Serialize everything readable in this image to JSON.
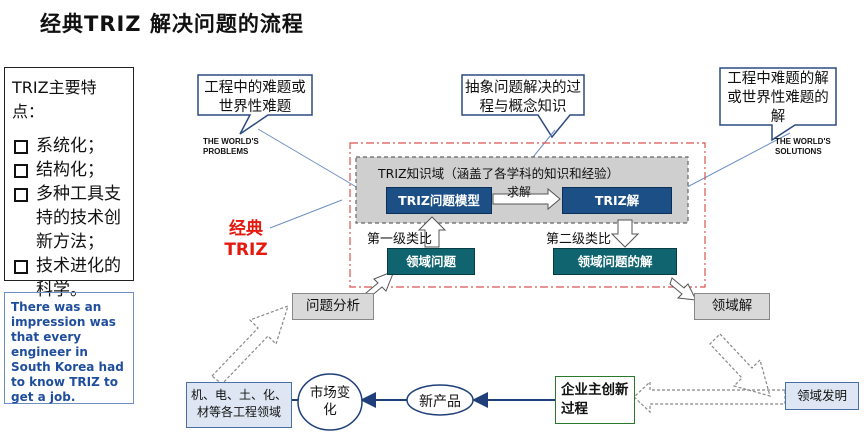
{
  "title": "经典TRIZ  解决问题的流程",
  "features": {
    "title": "TRIZ主要特点：",
    "items": [
      "系统化；",
      "结构化；",
      "多种工具支持的技术创新方法；",
      "技术进化的科学。"
    ]
  },
  "impression": "There was an impression was that every engineer in South Korea had to know TRIZ to get a job.",
  "callouts": {
    "left": "工程中的难题或世界性难题",
    "middle": "抽象问题解决的过程与概念知识",
    "right": "工程中难题的解或世界性难题的解"
  },
  "english_labels": {
    "problems": [
      "THE WORLD'S",
      "PROBLEMS"
    ],
    "solutions": [
      "THE WORLD'S",
      "SOLUTIONS"
    ]
  },
  "knowledge_domain": "TRIZ知识域（涵盖了各学科的知识和经验）",
  "boxes": {
    "model": "TRIZ问题模型",
    "solution": "TRIZ解",
    "domain_problem": "领域问题",
    "domain_solution_of_problem": "领域问题的解",
    "problem_analysis": "问题分析",
    "domain_solution": "领域解",
    "domain_invention": "领域发明",
    "fields": "机、电、土、化、材等各工程领域",
    "market": "市场变化",
    "new_product": "新产品",
    "enterprise": "企业主创新过程"
  },
  "labels": {
    "solve": "求解",
    "analogy1": "第一级类比",
    "analogy2": "第二级类比",
    "classic": "经典TRIZ"
  },
  "colors": {
    "model_box": "#1c4f86",
    "domain_box": "#0f6470",
    "classic_text": "#e6190f",
    "impression_text": "#1f4e9c",
    "frame_dash": "#d9534f"
  }
}
